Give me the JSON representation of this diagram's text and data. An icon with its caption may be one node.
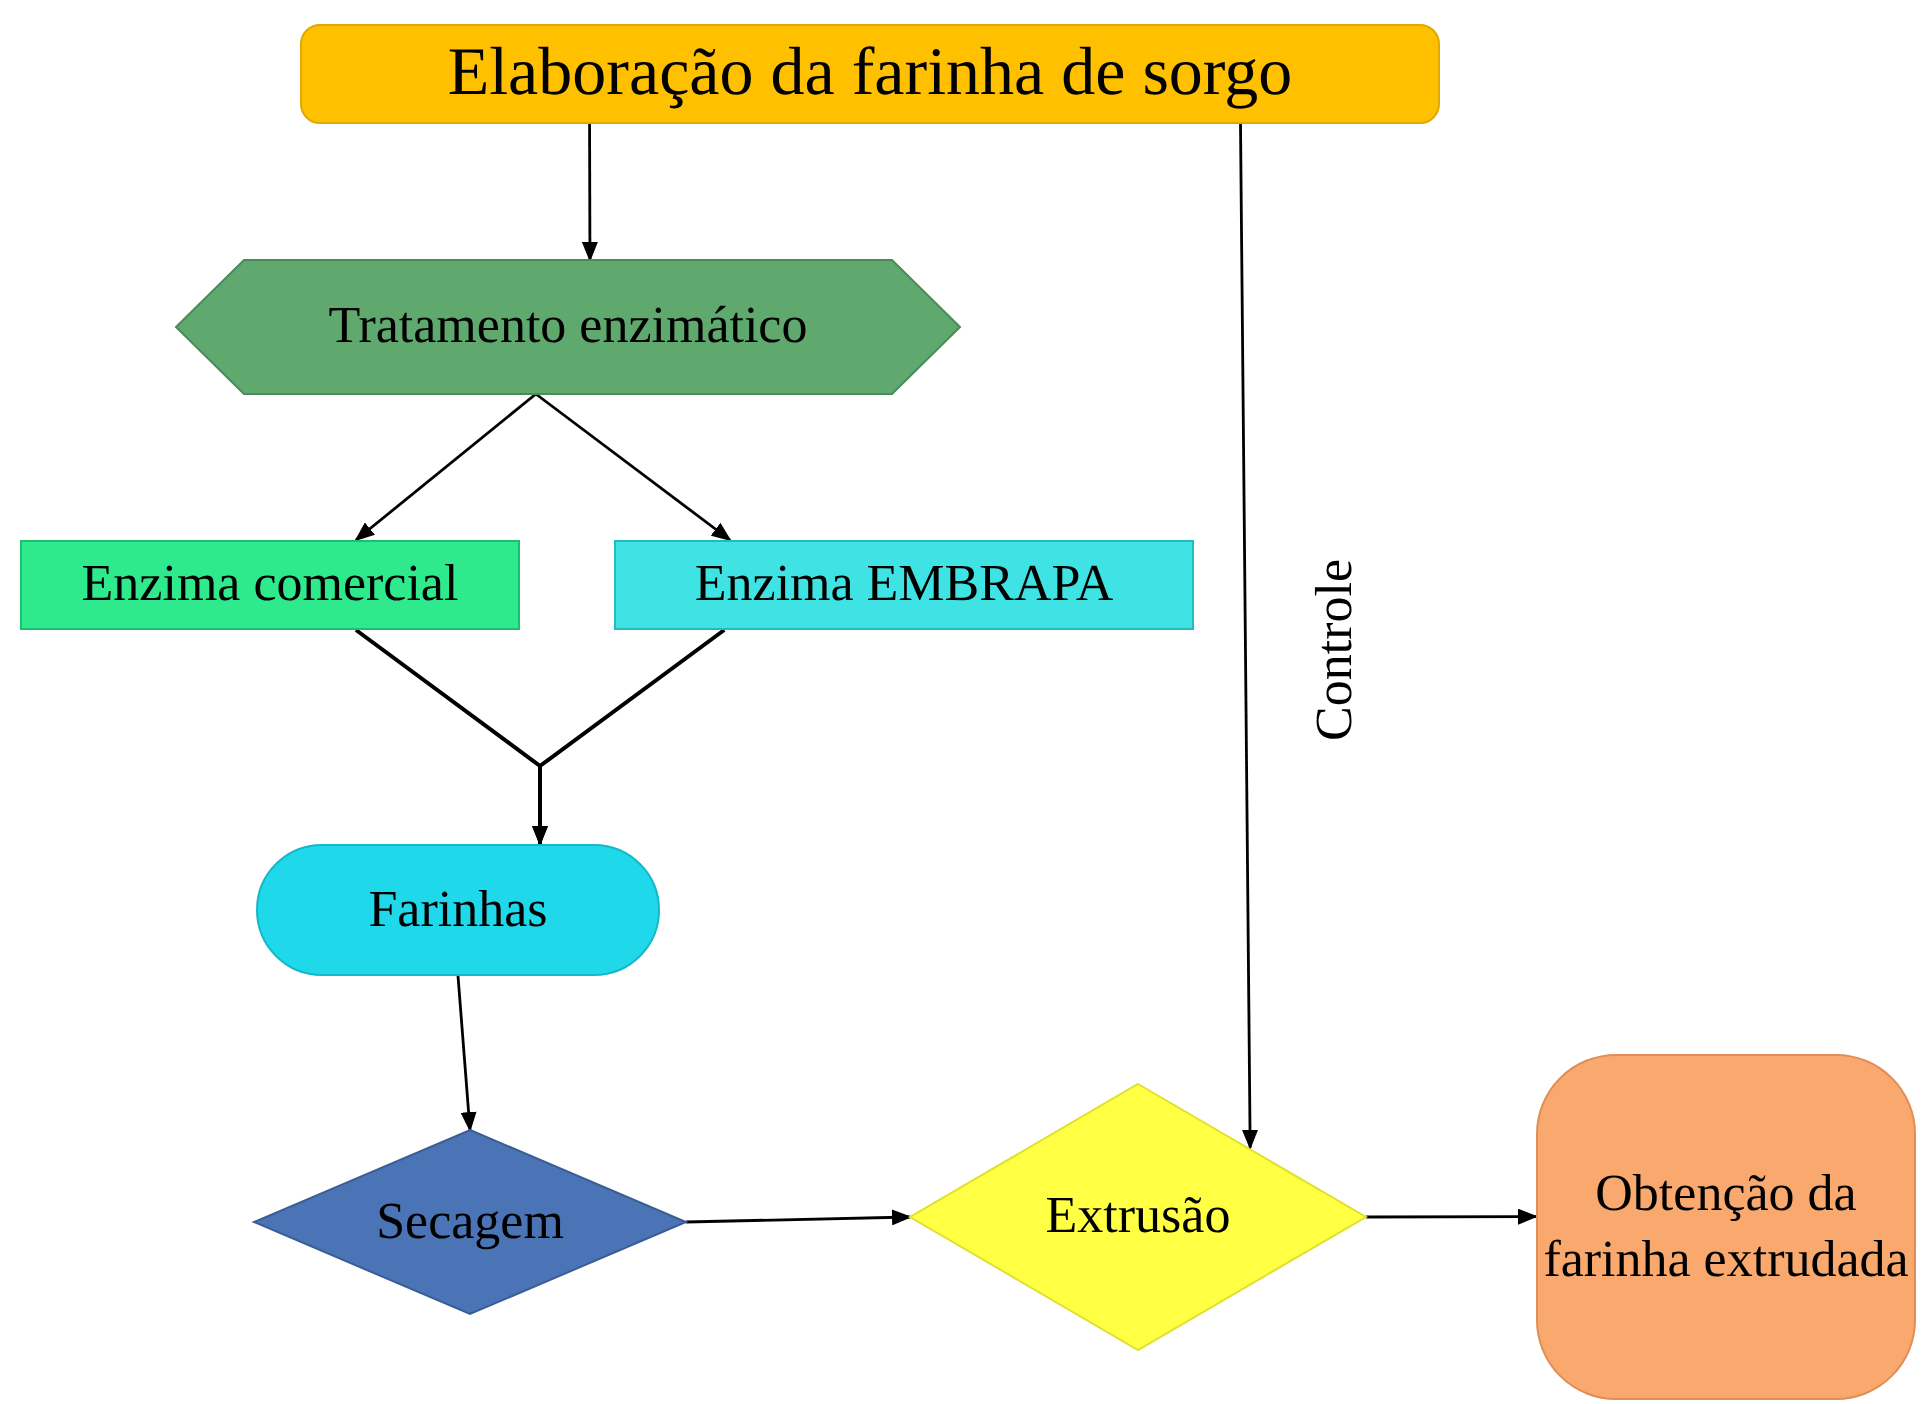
{
  "diagram": {
    "nodes": [
      {
        "text": [
          "Elaboração da farinha de sorgo"
        ]
      },
      {
        "text": [
          "Tratamento enzimático"
        ]
      },
      {
        "text": [
          "Enzima comercial"
        ]
      },
      {
        "text": [
          "Enzima EMBRAPA"
        ]
      },
      {
        "text": [
          "Farinhas"
        ]
      },
      {
        "text": [
          "Secagem"
        ]
      },
      {
        "text": [
          "Extrusão"
        ]
      },
      {
        "text": [
          "Obtenção da farinha extrudada"
        ]
      }
    ],
    "edges": [
      {
        "from": 0,
        "to": 1,
        "arrow": "to"
      },
      {
        "from": 1,
        "to": 2,
        "arrow": "to"
      },
      {
        "from": 1,
        "to": 3,
        "arrow": "to"
      },
      {
        "from": 2,
        "to": 4,
        "arrow": "to"
      },
      {
        "from": 3,
        "to": 4,
        "arrow": "to"
      },
      {
        "from": 4,
        "to": 5,
        "arrow": "to"
      },
      {
        "from": 5,
        "to": 6,
        "arrow": "to"
      },
      {
        "from": 6,
        "to": 7,
        "arrow": "to"
      },
      {
        "from": 0,
        "to": 6,
        "arrow": "to",
        "label": "Controle"
      }
    ]
  }
}
